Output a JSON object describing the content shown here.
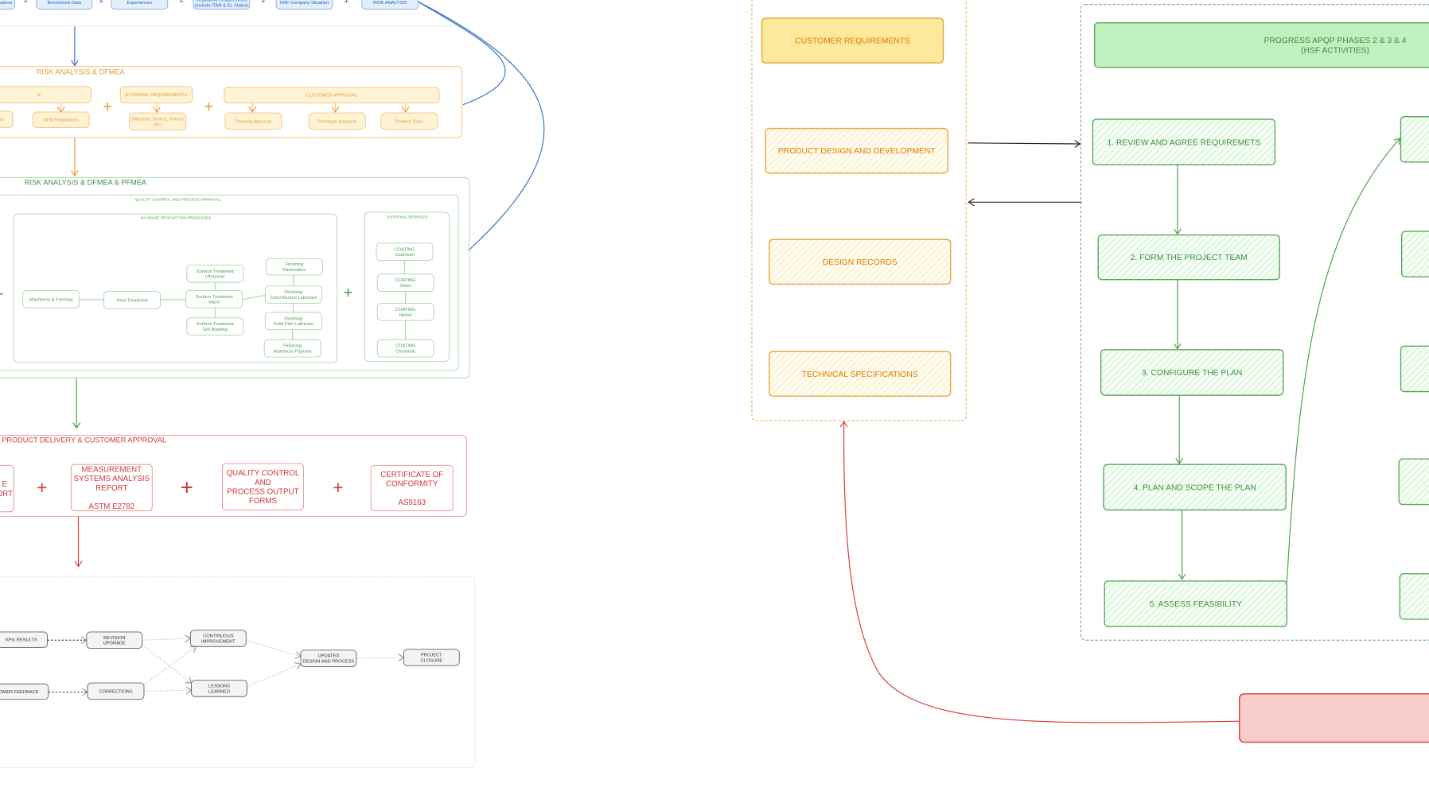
{
  "colors": {
    "blue": "#1f5fbf",
    "orange": "#e08a1e",
    "green": "#4a9d4a",
    "red": "#d6363a",
    "gray": "#333333"
  },
  "inputs_row": {
    "item1": "cations",
    "item2": "Benchmark Data",
    "item3": "Experiences",
    "item4": [
      "Regulatory Requirements",
      "(include ITAR & EL Status)"
    ],
    "item5": "HSF Company Situation",
    "item6": "RISK ANALYSIS",
    "plus": "+"
  },
  "dfmea": {
    "title": "RISK ANALYSIS & DFMEA",
    "design_header": "N",
    "design_sub1": "ents",
    "oem_regulations": "OEM Regulations",
    "external_requirements": "EXTERNAL REQUIREMENTS",
    "external_sub": [
      "(Machine, Device, Person",
      "etc)"
    ],
    "customer_approval": "CUSTOMER APPROVAL",
    "drawing_approval": "Drawing Approval",
    "prototype_approval": "Prototype Approval",
    "product_tests": "Product Tests",
    "plus": "+"
  },
  "pfmea": {
    "title": "RISK ANALYSIS & DFMEA & PFMEA",
    "qc_label": "QUALITY CONTROL AND PROCESS APPROVAL",
    "inhouse_label": "IN-HOUSE PRODUCTION PROCESSES",
    "machinery": "Machinery & Forming",
    "heat": "Heat Treatment",
    "st_vapor": [
      "Surface Treatment",
      "Vapor"
    ],
    "st_ultrasonic": [
      "Surface Treatment",
      "Ultrasonic"
    ],
    "st_grit": [
      "Surface Treatment",
      "Grit Blasting"
    ],
    "fin_passivation": [
      "Finishing",
      "Passivation"
    ],
    "fin_cetyl": [
      "Finishing",
      "Cetyl Alcohol Lubricant"
    ],
    "fin_solid": [
      "Finishing",
      "Solid Film Lubricant"
    ],
    "fin_aluminum": [
      "Finishing",
      "Aluminum Pigment"
    ],
    "external_label": "EXTERNAL SERVICES",
    "coat_cadmium": [
      "COATING",
      "Cadmium"
    ],
    "coat_silver": [
      "COATING",
      "Silver"
    ],
    "coat_nickel": [
      "COATING",
      "Nickel"
    ],
    "coat_chromate": [
      "COATING",
      "Chromate"
    ],
    "plus": "+",
    "minus": "-"
  },
  "delivery": {
    "title": "PRODUCT DELIVERY & CUSTOMER APPROVAL",
    "box1": [
      "E",
      "ORT"
    ],
    "msa": [
      "MEASUREMENT",
      "SYSTEMS ANALYSIS",
      "REPORT",
      "",
      "ASTM E2782"
    ],
    "qc_forms": [
      "QUALITY CONTROL",
      "AND",
      "PROCESS OUTPUT",
      "FORMS"
    ],
    "coc": [
      "CERTIFICATE OF",
      "CONFORMITY",
      "",
      "AS9163"
    ],
    "plus": "+"
  },
  "closure": {
    "kpis": "KPIs RESULTS",
    "customer_feedback": "CUSTOMER FEEDBACK",
    "revision": [
      "REVISION",
      "UPGRADE"
    ],
    "corrections": "CORRECTIONS",
    "continuous": [
      "CONTINUOUS",
      "IMPROVEMENT"
    ],
    "lessons": [
      "LESSONS",
      "LEARNED"
    ],
    "updated": [
      "UPDATED",
      "DESIGN AND PROCESS"
    ],
    "project_closure": [
      "PROJECT",
      "CLOSURE"
    ]
  },
  "customer_side": {
    "customer_requirements": "CUSTOMER REQUIREMENTS",
    "product_design": "PRODUCT DESIGN AND DEVELOPMENT",
    "design_records": "DESIGN RECORDS",
    "technical_specifications": "TECHNICAL SPECIFICATIONS"
  },
  "apqp": {
    "header": [
      "PROGRESS APQP PHASES 2 & 3 & 4",
      "(HSF ACTIVITIES)"
    ],
    "step1": "1. REVIEW AND AGREE REQUIREMETS",
    "step2": "2. FORM THE PROJECT TEAM",
    "step3": "3. CONFIGURE THE PLAN",
    "step4": "4. PLAN AND SCOPE THE PLAN",
    "step5": "5. ASSESS FEASIBILITY"
  }
}
